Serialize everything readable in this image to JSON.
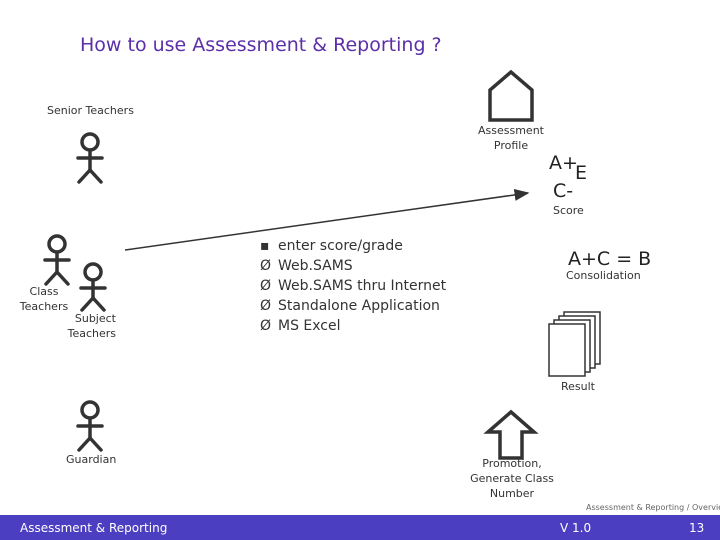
{
  "title": "How to use Assessment & Reporting ?",
  "labels": {
    "senior_teachers": "Senior Teachers",
    "assessment_profile": "Assessment\nProfile",
    "class_teachers": "Class\nTeachers",
    "subject_teachers": "Subject\nTeachers",
    "guardian": "Guardian",
    "score": "Score",
    "consolidation": "Consolidation",
    "result": "Result",
    "promotion": "Promotion,\nGenerate Class\nNumber"
  },
  "grades": {
    "a_plus": "A+",
    "e": "E",
    "c_minus": "C-",
    "formula": "A+C = B"
  },
  "bullets": [
    {
      "marker": "▪",
      "text": "enter score/grade"
    },
    {
      "marker": "Ø",
      "text": "Web.SAMS"
    },
    {
      "marker": "Ø",
      "text": "Web.SAMS thru Internet"
    },
    {
      "marker": "Ø",
      "text": "Standalone Application"
    },
    {
      "marker": "Ø",
      "text": "MS Excel"
    }
  ],
  "footer": {
    "left": "Assessment & Reporting",
    "version": "V 1.0",
    "page": "13",
    "note": "Assessment & Reporting / Overview"
  },
  "colors": {
    "title": "#5b2fa8",
    "footer_bar": "#4b3ec0"
  }
}
